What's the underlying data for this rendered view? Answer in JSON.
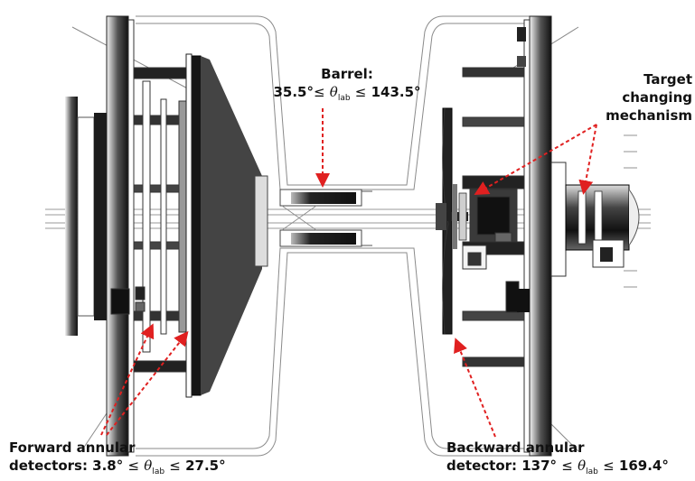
{
  "labels": {
    "barrel": {
      "title": "Barrel:",
      "min": "35.5°",
      "le1": "≤",
      "theta": "θ",
      "sub": "lab",
      "le2": "≤",
      "max": "143.5°"
    },
    "target": {
      "line1": "Target",
      "line2": "changing",
      "line3": "mechanism"
    },
    "forward": {
      "line1": "Forward annular",
      "prefix": "detectors: ",
      "min": "3.8°",
      "le1": "≤",
      "theta": "θ",
      "sub": "lab",
      "le2": "≤",
      "max": "27.5°"
    },
    "backward": {
      "line1": "Backward annular",
      "prefix": "detector: ",
      "min": "137°",
      "le1": "≤",
      "theta": "θ",
      "sub": "lab",
      "le2": "≤",
      "max": "169.4°"
    }
  },
  "colors": {
    "arrow": "#e02020",
    "dark": "#1a1a1a",
    "line": "#8a8a8a"
  }
}
